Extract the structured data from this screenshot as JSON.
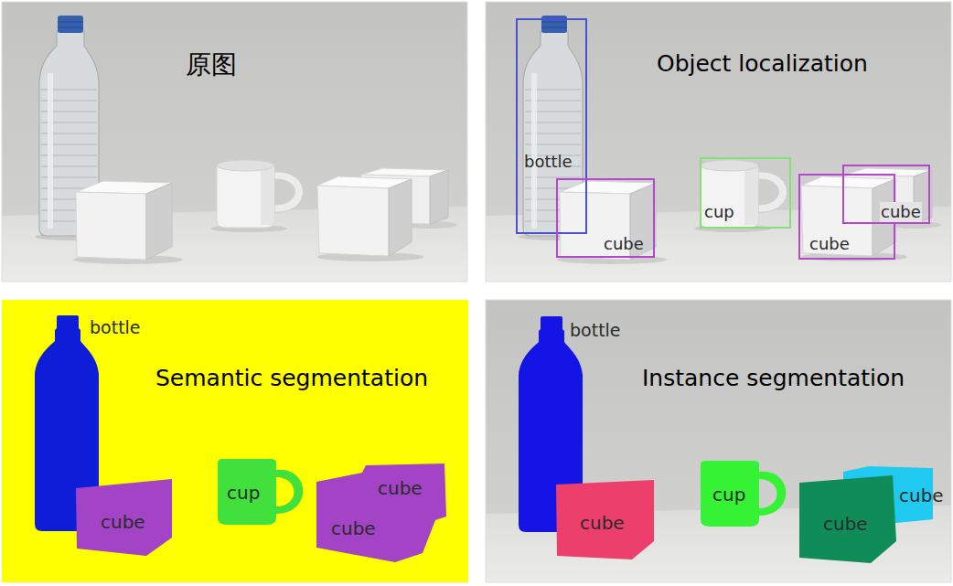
{
  "diagram": {
    "nodes": [
      {
        "text": [
          "原图"
        ]
      },
      {
        "text": [
          "Object localization"
        ]
      },
      {
        "text": [
          "bottle"
        ],
        "in": 1
      },
      {
        "text": [
          "cube"
        ],
        "in": 1
      },
      {
        "text": [
          "cup"
        ],
        "in": 1
      },
      {
        "text": [
          "cube"
        ],
        "in": 1
      },
      {
        "text": [
          "cube"
        ],
        "in": 1
      },
      {
        "text": [
          "Semantic segmentation"
        ]
      },
      {
        "text": [
          "bottle"
        ],
        "in": 7
      },
      {
        "text": [
          "cube"
        ],
        "in": 7
      },
      {
        "text": [
          "cup"
        ],
        "in": 7
      },
      {
        "text": [
          "cube",
          "cube"
        ],
        "in": 7
      },
      {
        "text": [
          "Instance segmentation"
        ]
      },
      {
        "text": [
          "bottle"
        ],
        "in": 12
      },
      {
        "text": [
          "cube"
        ],
        "in": 12
      },
      {
        "text": [
          "cup"
        ],
        "in": 12
      },
      {
        "text": [
          "cube"
        ],
        "in": 12
      },
      {
        "text": [
          "cube"
        ],
        "in": 12
      }
    ]
  }
}
